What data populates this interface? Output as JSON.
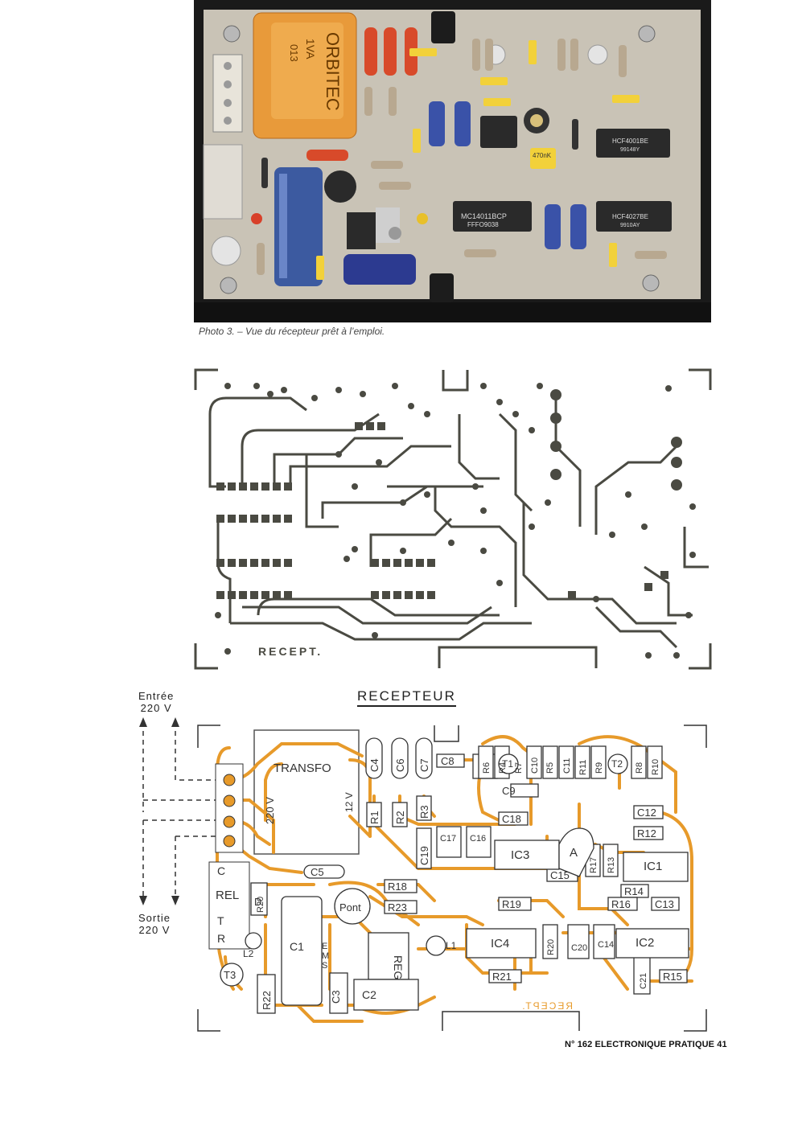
{
  "photo": {
    "caption": "Photo 3. – Vue du récepteur prêt à l’emploi.",
    "labels": {
      "transformer_brand": "ORBITEC",
      "transformer_rating": "1VA",
      "transformer_code": "013",
      "ic1_marking": "MC14011BCP",
      "ic1_sub": "FFFO9038",
      "ic2_marking": "HCF4001BE",
      "ic2_sub": "99148Y",
      "ic3_marking": "HCF4027BE",
      "ic3_sub": "9910AY",
      "cap_marking": "470nK"
    }
  },
  "pcb": {
    "label": "RECEPT."
  },
  "layout": {
    "title": "RECEPTEUR",
    "input_label_line1": "Entrée",
    "input_label_line2": "220 V",
    "output_label_line1": "Sortie",
    "output_label_line2": "220 V",
    "mirror_label": "RECEPT.",
    "components": {
      "transfo": "TRANSFO",
      "v220": "220 V",
      "v12": "12 V",
      "rel": "REL",
      "c": "C",
      "t": "T",
      "r": "R",
      "pont": "Pont",
      "reg": "REG",
      "e": "E",
      "m": "M",
      "s": "S",
      "c1": "C1",
      "c2": "C2",
      "c3": "C3",
      "c4": "C4",
      "c5": "C5",
      "c6": "C6",
      "c7": "C7",
      "c8": "C8",
      "c9": "C9",
      "c10": "C10",
      "c11": "C11",
      "c12": "C12",
      "c13": "C13",
      "c14": "C14",
      "c15": "C15",
      "c16": "C16",
      "c17": "C17",
      "c18": "C18",
      "c19": "C19",
      "c20": "C20",
      "c21": "C21",
      "r1": "R1",
      "r2": "R2",
      "r3": "R3",
      "r4": "R4",
      "r5": "R5",
      "r6": "R6",
      "r7": "R7",
      "r8": "R8",
      "r9": "R9",
      "r10": "R10",
      "r11": "R11",
      "r12": "R12",
      "r13": "R13",
      "r14": "R14",
      "r15": "R15",
      "r16": "R16",
      "r17": "R17",
      "r18": "R18",
      "r19": "R19",
      "r20a": "R20",
      "r20b": "R20",
      "r21": "R21",
      "r22": "R22",
      "r23": "R23",
      "t1": "T1",
      "t2": "T2",
      "t3": "T3",
      "l1": "L1",
      "l2": "L2",
      "d": "D",
      "a": "A",
      "ic1": "IC1",
      "ic2": "IC2",
      "ic3": "IC3",
      "ic4": "IC4"
    }
  },
  "footer": {
    "issue": "N° 162",
    "magazine": "ELECTRONIQUE PRATIQUE",
    "page": "41"
  },
  "colors": {
    "trace_orange": "#E79A2A",
    "pcb_trace": "#4a4a42",
    "board_bg": "#c9c3b6",
    "case_black": "#1a1a1a"
  }
}
